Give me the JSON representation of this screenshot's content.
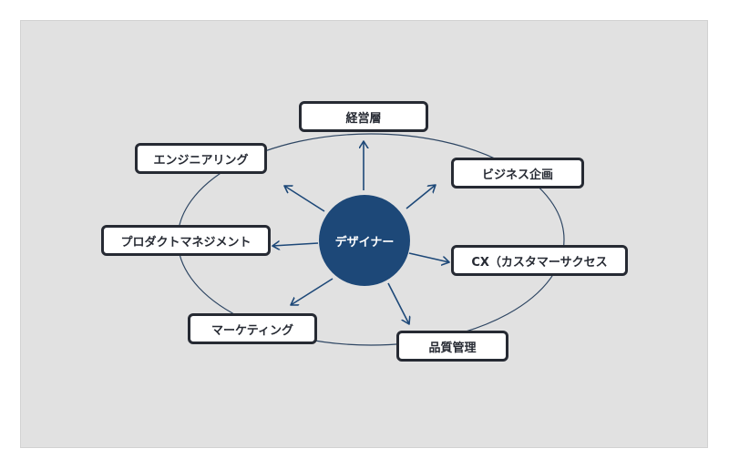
{
  "diagram": {
    "center": {
      "label": "デザイナー"
    },
    "roles": [
      {
        "id": "management",
        "label": "経営層"
      },
      {
        "id": "business-planning",
        "label": "ビジネス企画"
      },
      {
        "id": "cx",
        "label": "CX（カスタマーサクセス"
      },
      {
        "id": "quality-management",
        "label": "品質管理"
      },
      {
        "id": "marketing",
        "label": "マーケティング"
      },
      {
        "id": "product-management",
        "label": "プロダクトマネジメント"
      },
      {
        "id": "engineering",
        "label": "エンジニアリング"
      }
    ]
  },
  "colors": {
    "canvas_background": "#e1e1e1",
    "center_fill": "#1d4878",
    "arrow_color": "#1d4878",
    "ellipse_stroke": "#2e4663",
    "box_border": "#262a33",
    "box_fill": "#ffffff"
  }
}
